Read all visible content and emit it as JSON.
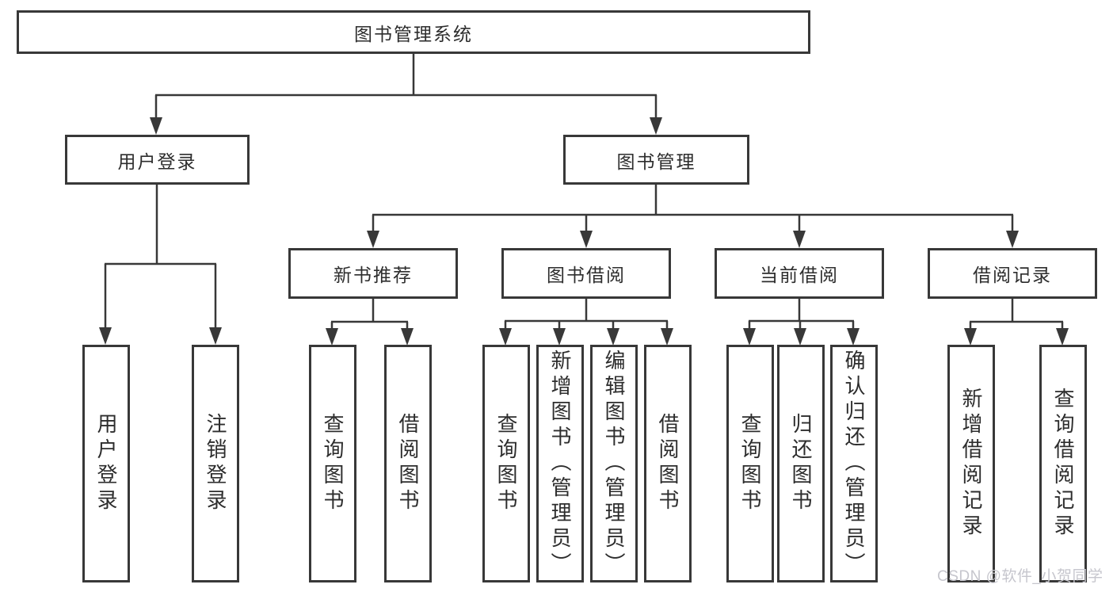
{
  "diagram_title": "图书管理系统",
  "tree": {
    "root": {
      "label": "图书管理系统",
      "children": [
        {
          "label": "用户登录",
          "children": [
            {
              "label": "用户登录"
            },
            {
              "label": "注销登录"
            }
          ]
        },
        {
          "label": "图书管理",
          "children": [
            {
              "label": "新书推荐",
              "children": [
                {
                  "label": "查询图书"
                },
                {
                  "label": "借阅图书"
                }
              ]
            },
            {
              "label": "图书借阅",
              "children": [
                {
                  "label": "查询图书"
                },
                {
                  "label": "新增图书（管理员）"
                },
                {
                  "label": "编辑图书（管理员）"
                },
                {
                  "label": "借阅图书"
                }
              ]
            },
            {
              "label": "当前借阅",
              "children": [
                {
                  "label": "查询图书"
                },
                {
                  "label": "归还图书"
                },
                {
                  "label": "确认归还（管理员）"
                }
              ]
            },
            {
              "label": "借阅记录",
              "children": [
                {
                  "label": "新增借阅记录"
                },
                {
                  "label": "查询借阅记录"
                }
              ]
            }
          ]
        }
      ]
    }
  },
  "colors": {
    "line": "#383838",
    "box_border": "#383838",
    "text": "#2d2d2d",
    "watermark": "#c6c6cd",
    "background": "#ffffff"
  },
  "watermark": "CSDN @软件_小贺同学"
}
